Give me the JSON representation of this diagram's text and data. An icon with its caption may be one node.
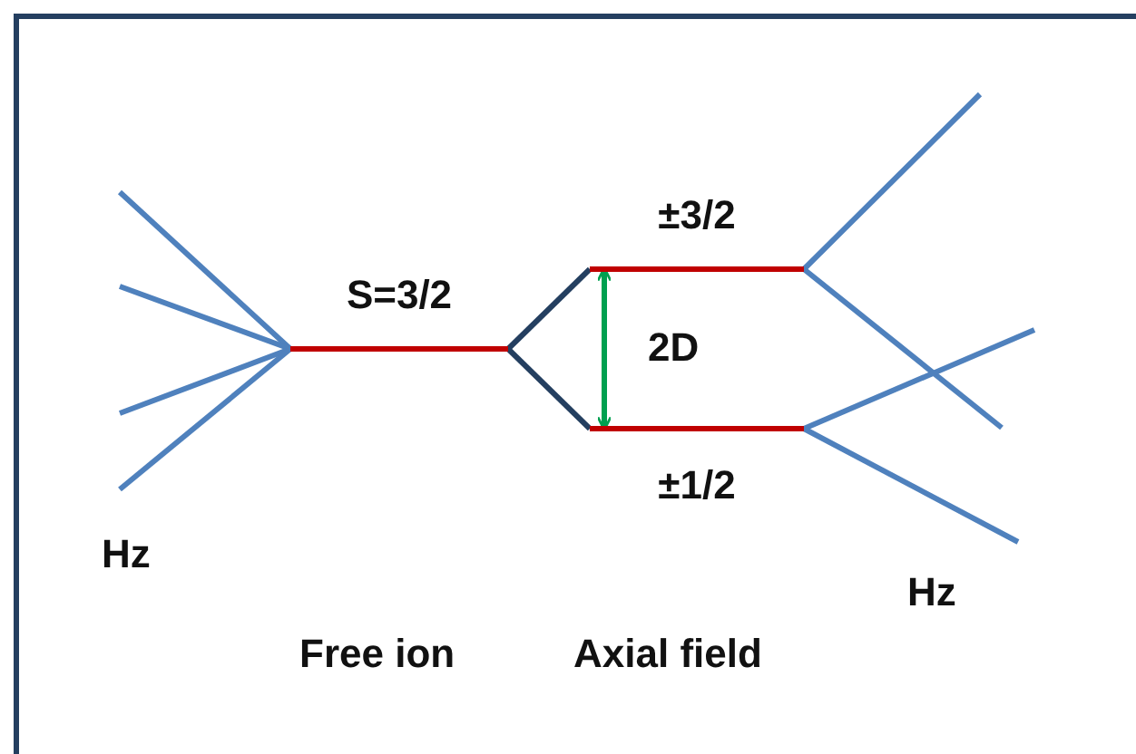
{
  "diagram": {
    "nodes": [
      {
        "text": [
          "S=3/2"
        ]
      },
      {
        "text": [
          "±3/2"
        ]
      },
      {
        "text": [
          "±1/2"
        ]
      }
    ],
    "edges": [
      {
        "from": null,
        "to": 0,
        "arrow": "none"
      },
      {
        "from": null,
        "to": 0,
        "arrow": "none"
      },
      {
        "from": null,
        "to": 0,
        "arrow": "none"
      },
      {
        "from": null,
        "to": 0,
        "arrow": "none"
      },
      {
        "from": 0,
        "to": 1,
        "arrow": "none",
        "color": "#243f60"
      },
      {
        "from": 0,
        "to": 2,
        "arrow": "none",
        "color": "#243f60"
      },
      {
        "from": 1,
        "to": 2,
        "arrow": "both",
        "label": "2D",
        "color": "#00a050"
      },
      {
        "from": 1,
        "to": null,
        "arrow": "none"
      },
      {
        "from": 1,
        "to": null,
        "arrow": "none"
      },
      {
        "from": 2,
        "to": null,
        "arrow": "none"
      },
      {
        "from": 2,
        "to": null,
        "arrow": "none"
      }
    ],
    "labels": [
      "Hz",
      "Hz",
      "Free ion",
      "Axial field"
    ]
  }
}
